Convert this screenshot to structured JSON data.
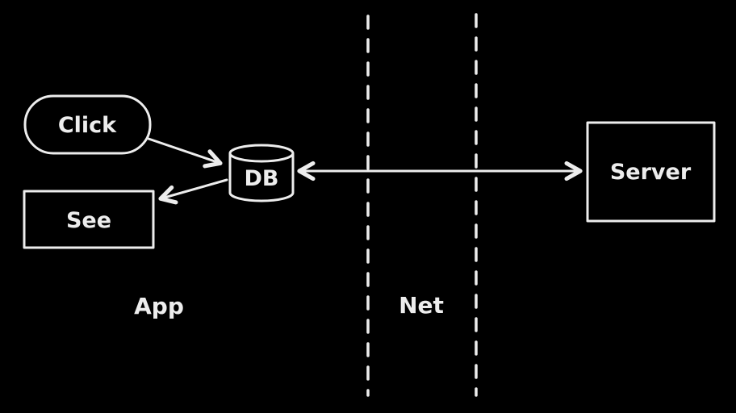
{
  "diagram": {
    "title": "app-network-diagram",
    "colors": {
      "background": "#000000",
      "stroke": "#ededed",
      "text": "#ededed"
    },
    "nodes": {
      "click": {
        "label": "Click",
        "shape": "rounded-rectangle"
      },
      "see": {
        "label": "See",
        "shape": "rectangle"
      },
      "db": {
        "label": "DB",
        "shape": "cylinder"
      },
      "server": {
        "label": "Server",
        "shape": "rectangle"
      }
    },
    "zones": {
      "app": {
        "label": "App"
      },
      "net": {
        "label": "Net"
      }
    },
    "edges": [
      {
        "from": "click",
        "to": "db",
        "direction": "one-way"
      },
      {
        "from": "db",
        "to": "see",
        "direction": "one-way"
      },
      {
        "from": "db",
        "to": "server",
        "direction": "two-way"
      }
    ]
  }
}
